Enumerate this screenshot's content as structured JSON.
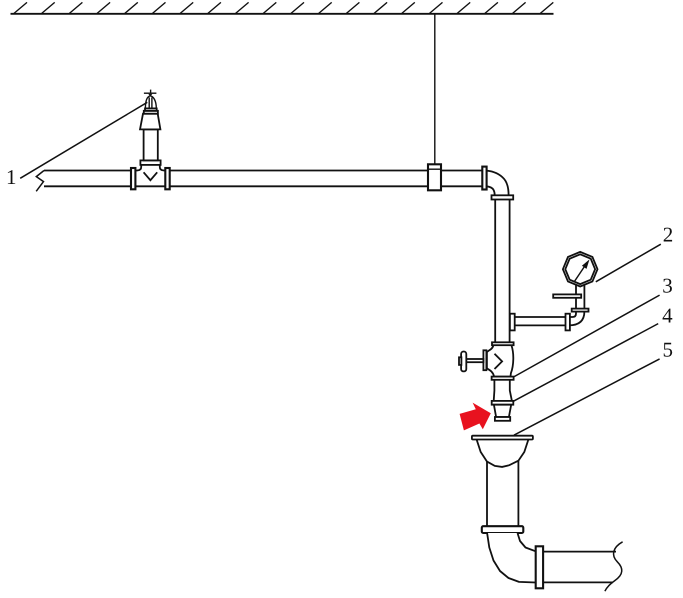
{
  "figure": {
    "kind": "piping-diagram",
    "labels": [
      {
        "text": "1"
      },
      {
        "text": "2"
      },
      {
        "text": "3"
      },
      {
        "text": "4"
      },
      {
        "text": "5"
      }
    ],
    "colors": {
      "line": "#111111",
      "flow_arrow": "#e8121f",
      "background": "#ffffff"
    }
  }
}
